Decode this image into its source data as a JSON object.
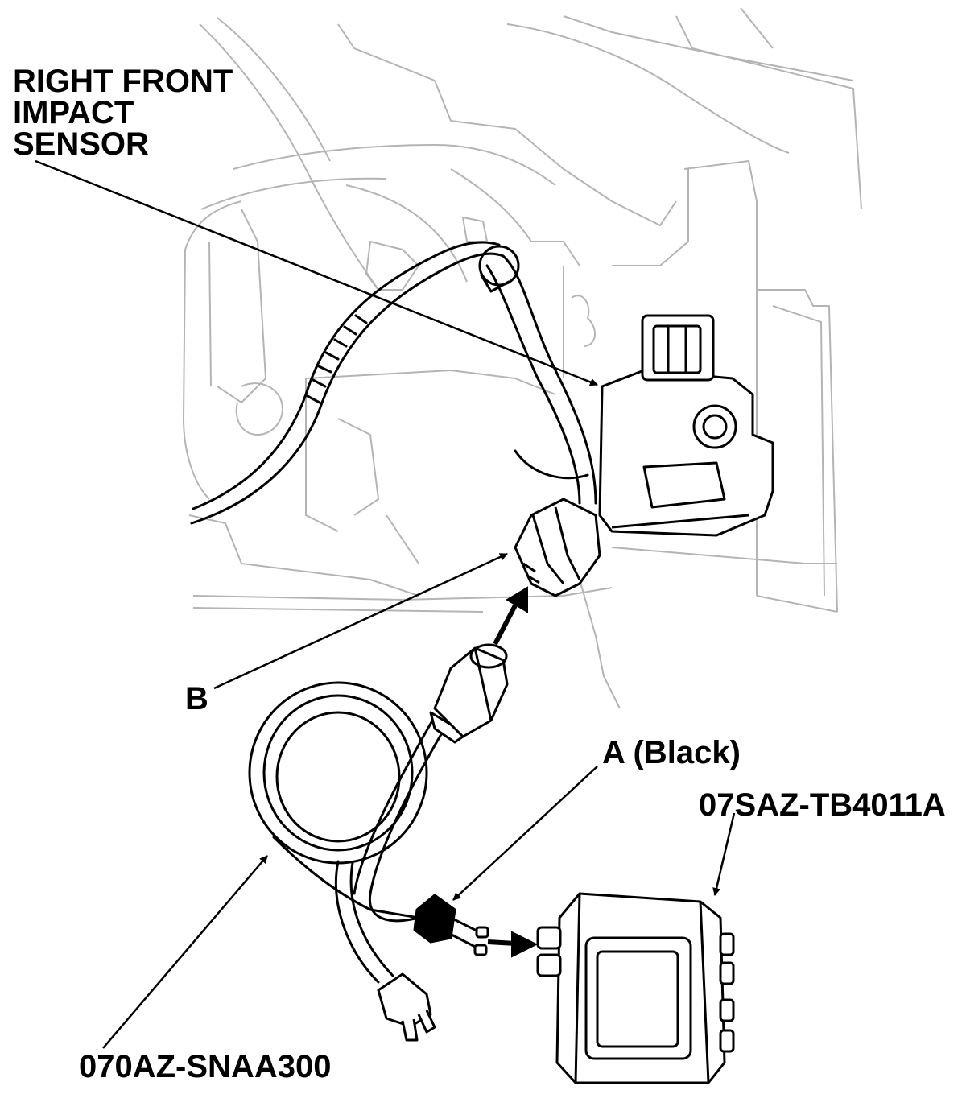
{
  "labels": {
    "sensor_line1": "RIGHT FRONT",
    "sensor_line2": "IMPACT",
    "sensor_line3": "SENSOR",
    "connector_b": "B",
    "connector_a": "A (Black)",
    "tester_part": "07SAZ-TB4011A",
    "harness_part": "070AZ-SNAA300"
  },
  "colors": {
    "background": "#ffffff",
    "linework": "#000000",
    "background_linework": "#b4b4b4",
    "connector_a_fill": "#000000"
  }
}
